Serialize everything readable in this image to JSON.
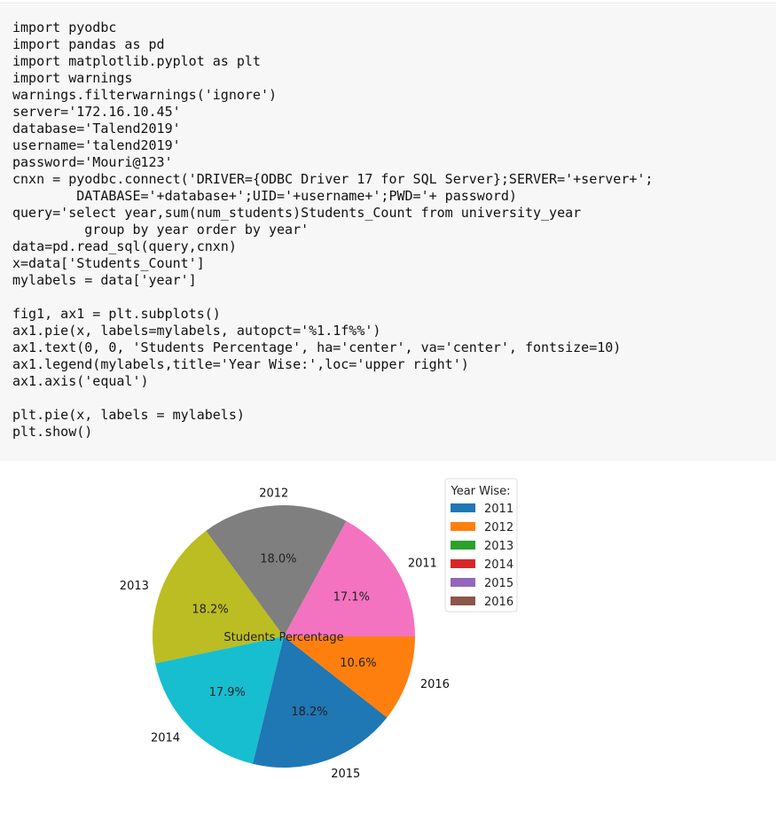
{
  "code_cell": {
    "lines": [
      "import pyodbc",
      "import pandas as pd",
      "import matplotlib.pyplot as plt",
      "import warnings",
      "warnings.filterwarnings('ignore')",
      "server='172.16.10.45'",
      "database='Talend2019'",
      "username='talend2019'",
      "password='Mouri@123'",
      "cnxn = pyodbc.connect('DRIVER={ODBC Driver 17 for SQL Server};SERVER='+server+';",
      "        DATABASE='+database+';UID='+username+';PWD='+ password)",
      "query='select year,sum(num_students)Students_Count from university_year",
      "         group by year order by year'",
      "data=pd.read_sql(query,cnxn)",
      "x=data['Students_Count']",
      "mylabels = data['year']",
      "",
      "fig1, ax1 = plt.subplots()",
      "ax1.pie(x, labels=mylabels, autopct='%1.1f%%')",
      "ax1.text(0, 0, 'Students Percentage', ha='center', va='center', fontsize=10)",
      "ax1.legend(mylabels,title='Year Wise:',loc='upper right')",
      "ax1.axis('equal')",
      "",
      "plt.pie(x, labels = mylabels)",
      "plt.show()"
    ]
  },
  "chart_data": {
    "type": "pie",
    "center_text": "Students Percentage",
    "categories": [
      "2011",
      "2012",
      "2013",
      "2014",
      "2015",
      "2016"
    ],
    "values": [
      17.1,
      18.0,
      18.2,
      17.9,
      18.2,
      10.6
    ],
    "pct_labels": [
      "17.1%",
      "18.0%",
      "18.2%",
      "17.9%",
      "18.2%",
      "10.6%"
    ],
    "slice_colors": [
      "#f473c0",
      "#7f7f7f",
      "#bcbd22",
      "#17becf",
      "#1f77b4",
      "#ff7f0e"
    ],
    "start_angle": 0,
    "direction": "counterclockwise",
    "legend": {
      "title": "Year Wise:",
      "placement": "upper right",
      "entries": [
        "2011",
        "2012",
        "2013",
        "2014",
        "2015",
        "2016"
      ],
      "colors": [
        "#1f77b4",
        "#ff7f0e",
        "#2ca02c",
        "#d62728",
        "#9467bd",
        "#8c564b"
      ]
    }
  }
}
